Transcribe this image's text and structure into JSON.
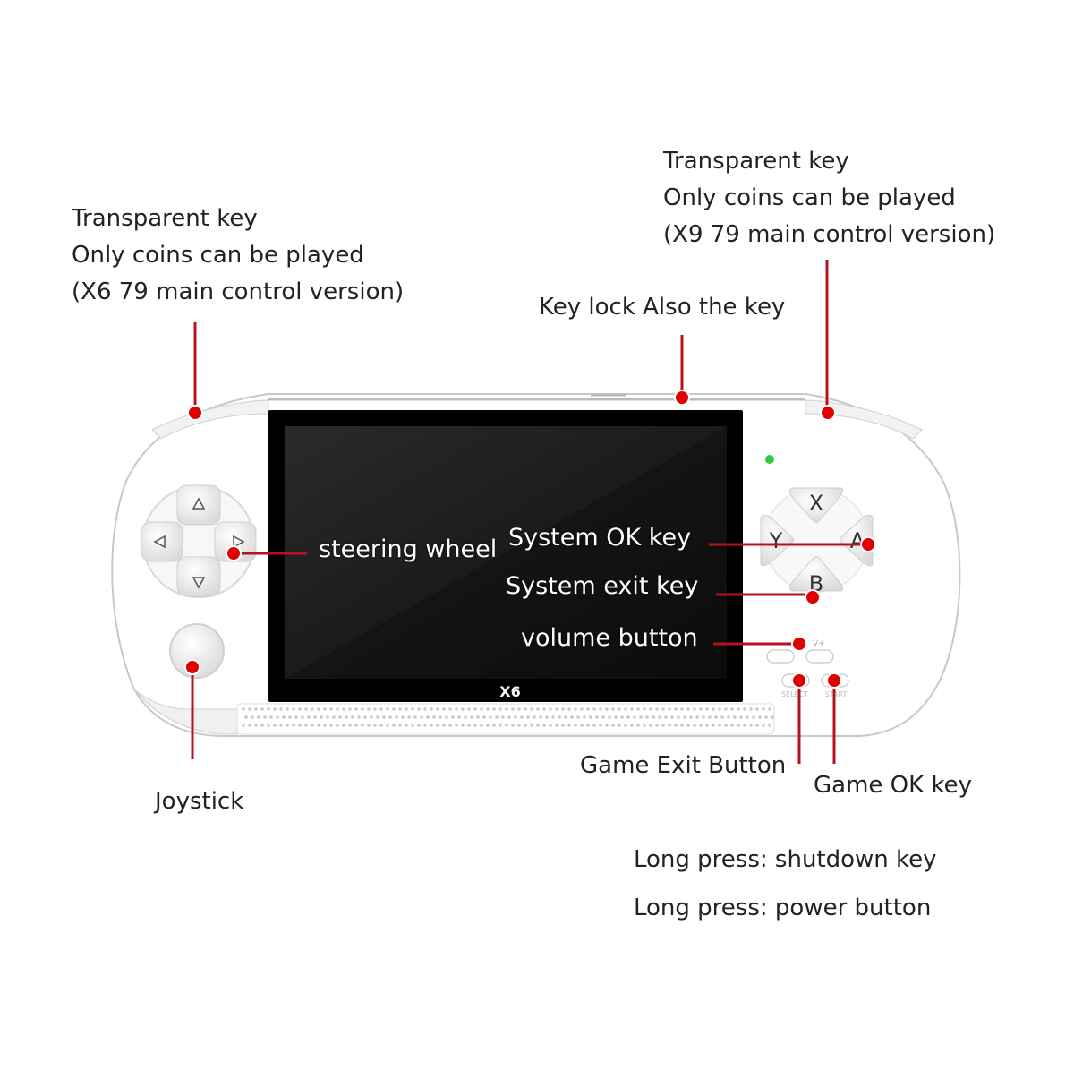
{
  "labels": {
    "left_top": {
      "line1": "Transparent key",
      "line2": "Only coins can be played",
      "line3": "(X6 79 main control version)"
    },
    "right_top": {
      "line1": "Transparent key",
      "line2": "Only coins can be played",
      "line3": "(X9 79 main control version)"
    },
    "key_lock": "Key lock Also the key",
    "steering_wheel": "steering wheel",
    "system_ok": "System OK key",
    "system_exit": "System exit key",
    "volume": "volume button",
    "joystick": "Joystick",
    "game_exit": "Game Exit Button",
    "game_ok": "Game OK key",
    "long_press_shutdown": "Long press: shutdown key",
    "long_press_power": "Long press: power button"
  },
  "device": {
    "model": "X6",
    "face_buttons": {
      "top": "X",
      "left": "Y",
      "right": "A",
      "bottom": "B"
    },
    "small_button_labels": {
      "volume": "V+",
      "select": "SELECT",
      "start": "START"
    }
  },
  "colors": {
    "body": "#ffffff",
    "outline": "#cfcfcf",
    "screen": "#1a1a1a",
    "callout": "#b3141b",
    "dot": "#e00000",
    "led": "#2fcc3c",
    "text": "#222222"
  }
}
